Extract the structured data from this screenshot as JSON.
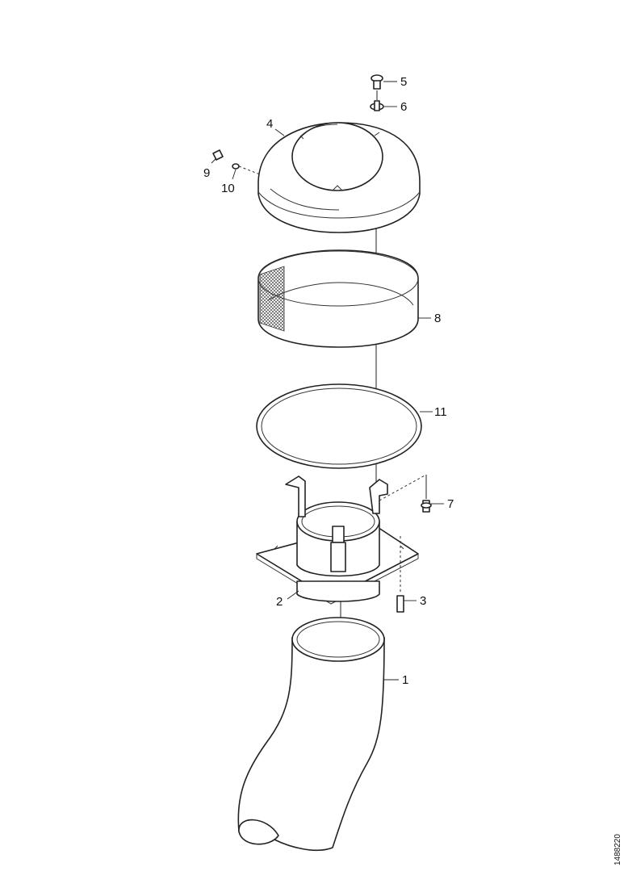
{
  "diagram": {
    "parts": [
      {
        "id": "1",
        "label": "1"
      },
      {
        "id": "2",
        "label": "2"
      },
      {
        "id": "3",
        "label": "3"
      },
      {
        "id": "4",
        "label": "4"
      },
      {
        "id": "5",
        "label": "5"
      },
      {
        "id": "6",
        "label": "6"
      },
      {
        "id": "7",
        "label": "7"
      },
      {
        "id": "8",
        "label": "8"
      },
      {
        "id": "9",
        "label": "9"
      },
      {
        "id": "10",
        "label": "10"
      },
      {
        "id": "11",
        "label": "11"
      }
    ],
    "reference_number": "1488220"
  }
}
